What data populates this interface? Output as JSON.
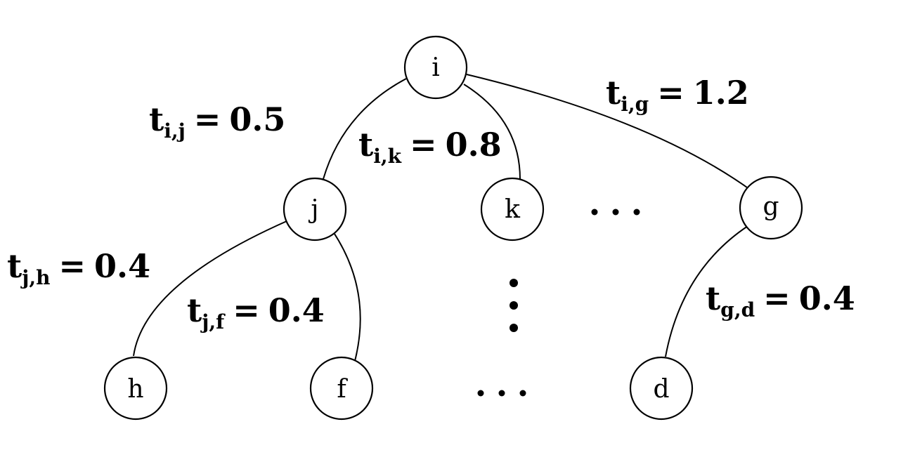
{
  "nodes": {
    "i": "i",
    "j": "j",
    "k": "k",
    "g": "g",
    "h": "h",
    "f": "f",
    "d": "d"
  },
  "edge_labels": {
    "ij": {
      "base": "t",
      "sub": "i,j",
      "equals": "=",
      "value": "0.5"
    },
    "ik": {
      "base": "t",
      "sub": "i,k",
      "equals": "=",
      "value": "0.8"
    },
    "ig": {
      "base": "t",
      "sub": "i,g",
      "equals": "=",
      "value": "1.2"
    },
    "jh": {
      "base": "t",
      "sub": "j,h",
      "equals": "=",
      "value": "0.4"
    },
    "jf": {
      "base": "t",
      "sub": "j,f",
      "equals": "=",
      "value": "0.4"
    },
    "gd": {
      "base": "t",
      "sub": "g,d",
      "equals": "=",
      "value": "0.4"
    }
  }
}
